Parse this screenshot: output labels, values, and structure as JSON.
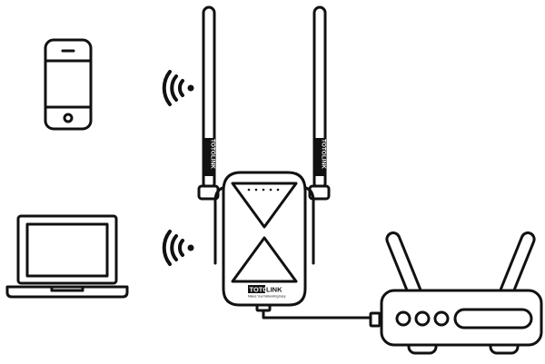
{
  "diagram": {
    "brand": {
      "logo_text": "TOTOLINK",
      "logo_part_a": "TOTO",
      "logo_part_b": "LINK",
      "tagline": "Makes Your Networking Easy"
    },
    "colors": {
      "ink": "#111111",
      "background": "#ffffff"
    },
    "nodes": [
      {
        "id": "smartphone",
        "icon": "smartphone-icon"
      },
      {
        "id": "laptop",
        "icon": "laptop-icon"
      },
      {
        "id": "extender",
        "icon": "wifi-extender-icon"
      },
      {
        "id": "router",
        "icon": "router-icon"
      }
    ],
    "links": [
      {
        "from": "smartphone",
        "to": "extender",
        "kind": "wireless",
        "icon": "wifi-signal-icon"
      },
      {
        "from": "laptop",
        "to": "extender",
        "kind": "wireless",
        "icon": "wifi-signal-icon"
      },
      {
        "from": "extender",
        "to": "router",
        "kind": "ethernet-cable"
      }
    ]
  }
}
